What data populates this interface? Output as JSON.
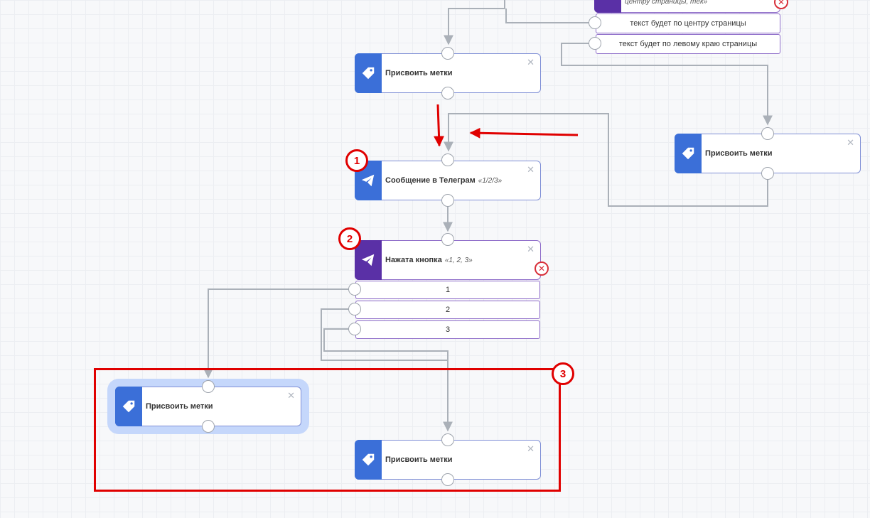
{
  "colors": {
    "tag_node_accent": "#3b6fd8",
    "telegram_node_accent": "#5a30a6",
    "wire": "#aab0b8",
    "annotation_red": "#e00000",
    "delete_red": "#d8303a",
    "selection_halo": "#c5d7fb"
  },
  "icons": {
    "tag": "tag-icon",
    "telegram": "telegram-icon",
    "close": "close-icon",
    "delete": "delete-circle-icon"
  },
  "top_node": {
    "subtitle_partial": "центру страницы, тек»",
    "buttons": [
      "текст будет по центру страницы",
      "текст будет по левому краю страницы"
    ]
  },
  "nodes": {
    "assign_tags_top": {
      "title": "Присвоить метки",
      "close": "✕"
    },
    "assign_tags_right": {
      "title": "Присвоить метки",
      "close": "✕"
    },
    "telegram_message": {
      "title": "Сообщение в Телеграм",
      "subtitle": "«1/2/3»",
      "close": "✕"
    },
    "button_pressed": {
      "title": "Нажата кнопка",
      "subtitle": "«1, 2, 3»",
      "close": "✕"
    },
    "assign_tags_left": {
      "title": "Присвоить метки",
      "close": "✕"
    },
    "assign_tags_bottom": {
      "title": "Присвоить метки",
      "close": "✕"
    }
  },
  "button_pressed_options": [
    "1",
    "2",
    "3"
  ],
  "annotations": {
    "markers": [
      "1",
      "2",
      "3"
    ]
  }
}
